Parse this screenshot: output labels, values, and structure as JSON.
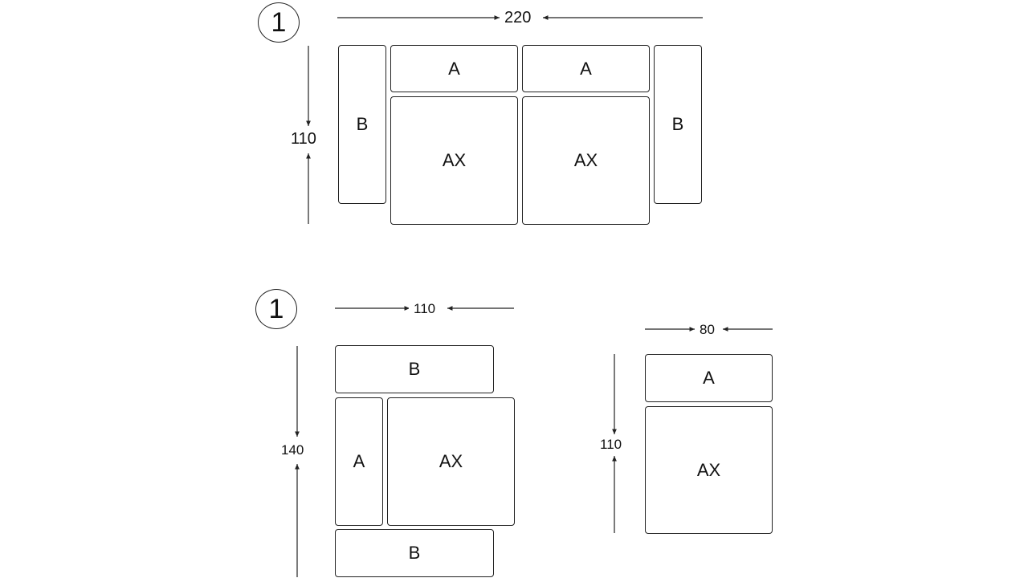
{
  "diagram_1": {
    "badge": "1",
    "width_label": "220",
    "height_label": "110",
    "pieces": {
      "back_left": "A",
      "back_right": "A",
      "seat_left": "AX",
      "seat_right": "AX",
      "arm_left": "B",
      "arm_right": "B"
    }
  },
  "diagram_2": {
    "badge": "1",
    "width_label": "110",
    "height_label": "140",
    "pieces": {
      "arm_top": "B",
      "back": "A",
      "seat": "AX",
      "arm_bottom": "B"
    }
  },
  "diagram_3": {
    "width_label": "80",
    "height_label": "110",
    "pieces": {
      "back": "A",
      "seat": "AX"
    }
  },
  "colors": {
    "stroke": "#222222",
    "background": "#ffffff"
  }
}
